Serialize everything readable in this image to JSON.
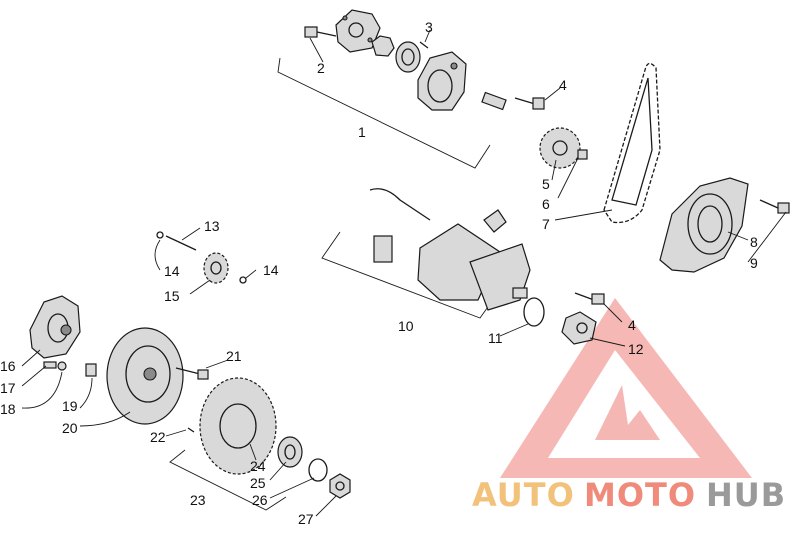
{
  "callouts": {
    "c1": "1",
    "c2": "2",
    "c3": "3",
    "c4a": "4",
    "c4b": "4",
    "c5": "5",
    "c6": "6",
    "c7": "7",
    "c8": "8",
    "c9": "9",
    "c10": "10",
    "c11": "11",
    "c12": "12",
    "c13": "13",
    "c14a": "14",
    "c14b": "14",
    "c15": "15",
    "c16": "16",
    "c17": "17",
    "c18": "18",
    "c19": "19",
    "c20": "20",
    "c21": "21",
    "c22": "22",
    "c23": "23",
    "c24": "24",
    "c25": "25",
    "c26": "26",
    "c27": "27"
  },
  "watermark": {
    "part1": "AUTO",
    "part2": "MOTO",
    "part3": "HUB",
    "color_auto": "#f2c27a",
    "color_moto": "#f08a7a",
    "color_hub": "#9a9a9a",
    "triangle_color": "#e8534a"
  }
}
